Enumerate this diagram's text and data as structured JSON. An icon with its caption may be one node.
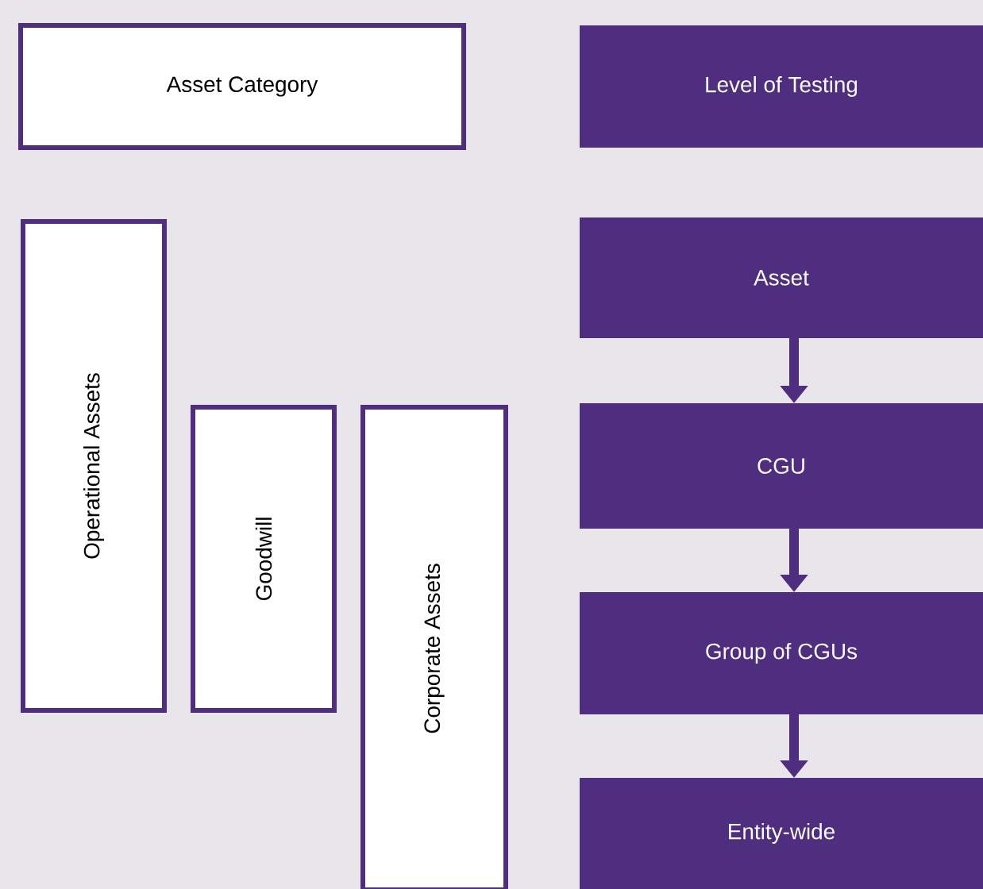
{
  "diagram": {
    "nodes": [
      {
        "text": [
          "Asset Category"
        ]
      },
      {
        "text": [
          "Level of Testing"
        ]
      },
      {
        "text": [
          "Operational Assets"
        ]
      },
      {
        "text": [
          "Goodwill"
        ]
      },
      {
        "text": [
          "Corporate Assets"
        ]
      },
      {
        "text": [
          "Asset"
        ]
      },
      {
        "text": [
          "CGU"
        ]
      },
      {
        "text": [
          "Group of CGUs"
        ]
      },
      {
        "text": [
          "Entity-wide"
        ]
      }
    ],
    "edges": [
      {
        "from": 5,
        "to": 6,
        "arrow": "to"
      },
      {
        "from": 6,
        "to": 7,
        "arrow": "to"
      },
      {
        "from": 7,
        "to": 8,
        "arrow": "to"
      }
    ]
  }
}
